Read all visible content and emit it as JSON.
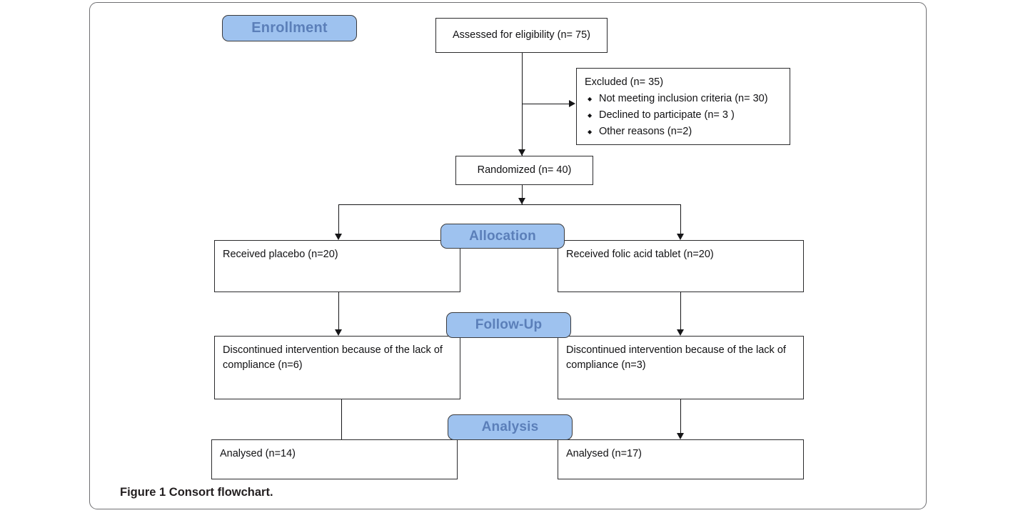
{
  "figure": {
    "caption_label": "Figure 1",
    "caption_text": "Consort flowchart.",
    "accent_fill": "#9ec2ef",
    "accent_text": "#5b7fb9",
    "line_color": "#161618",
    "frame_color": "#6f6f72"
  },
  "stages": {
    "enrollment": "Enrollment",
    "allocation": "Allocation",
    "followup": "Follow-Up",
    "analysis": "Analysis"
  },
  "nodes": {
    "assessed": "Assessed for eligibility (n= 75)",
    "excluded_title": "Excluded (n= 35)",
    "excluded_reasons": [
      "Not meeting inclusion criteria (n= 30)",
      "Declined to participate (n= 3 )",
      "Other reasons (n=2)"
    ],
    "randomized": "Randomized (n= 40)",
    "allocation_left": "Received placebo (n=20)",
    "allocation_right": "Received folic acid tablet (n=20)",
    "followup_left": "Discontinued intervention because of the lack of compliance (n=6)",
    "followup_right": "Discontinued intervention because of the lack of compliance (n=3)",
    "analysis_left": "Analysed (n=14)",
    "analysis_right": "Analysed (n=17)"
  },
  "chart_data": {
    "type": "diagram",
    "title": "Consort flowchart",
    "stages": [
      "Enrollment",
      "Allocation",
      "Follow-Up",
      "Analysis"
    ],
    "flow": [
      {
        "node": "Assessed for eligibility",
        "n": 75
      },
      {
        "node": "Excluded",
        "n": 35,
        "reasons": [
          {
            "label": "Not meeting inclusion criteria",
            "n": 30
          },
          {
            "label": "Declined to participate",
            "n": 3
          },
          {
            "label": "Other reasons",
            "n": 2
          }
        ]
      },
      {
        "node": "Randomized",
        "n": 40
      },
      {
        "node": "Received placebo",
        "n": 20,
        "arm": "placebo"
      },
      {
        "node": "Received folic acid tablet",
        "n": 20,
        "arm": "folic acid"
      },
      {
        "node": "Discontinued intervention because of the lack of compliance",
        "n": 6,
        "arm": "placebo"
      },
      {
        "node": "Discontinued intervention because of the lack of compliance",
        "n": 3,
        "arm": "folic acid"
      },
      {
        "node": "Analysed",
        "n": 14,
        "arm": "placebo"
      },
      {
        "node": "Analysed",
        "n": 17,
        "arm": "folic acid"
      }
    ]
  }
}
